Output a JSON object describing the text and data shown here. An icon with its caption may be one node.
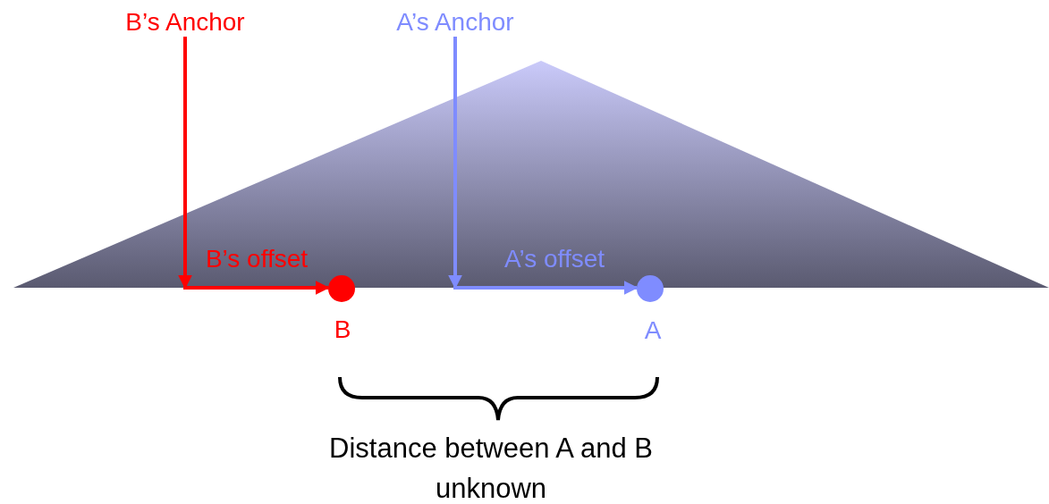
{
  "diagram": {
    "nodes": [
      {
        "text": [
          "B’s Anchor"
        ]
      },
      {
        "text": [
          "A’s Anchor"
        ]
      },
      {
        "text": [],
        "shape": "circle",
        "beside": [
          "B"
        ]
      },
      {
        "text": [],
        "shape": "circle",
        "beside": [
          "A"
        ]
      }
    ],
    "edges": [
      {
        "from": 0,
        "to": 2,
        "arrow": "to",
        "label": "B’s offset",
        "color": "#ff0000"
      },
      {
        "from": 1,
        "to": 3,
        "arrow": "to",
        "label": "A’s offset",
        "color": "#7f8cff"
      }
    ],
    "labels": [
      "Distance between A and B unknown"
    ]
  }
}
